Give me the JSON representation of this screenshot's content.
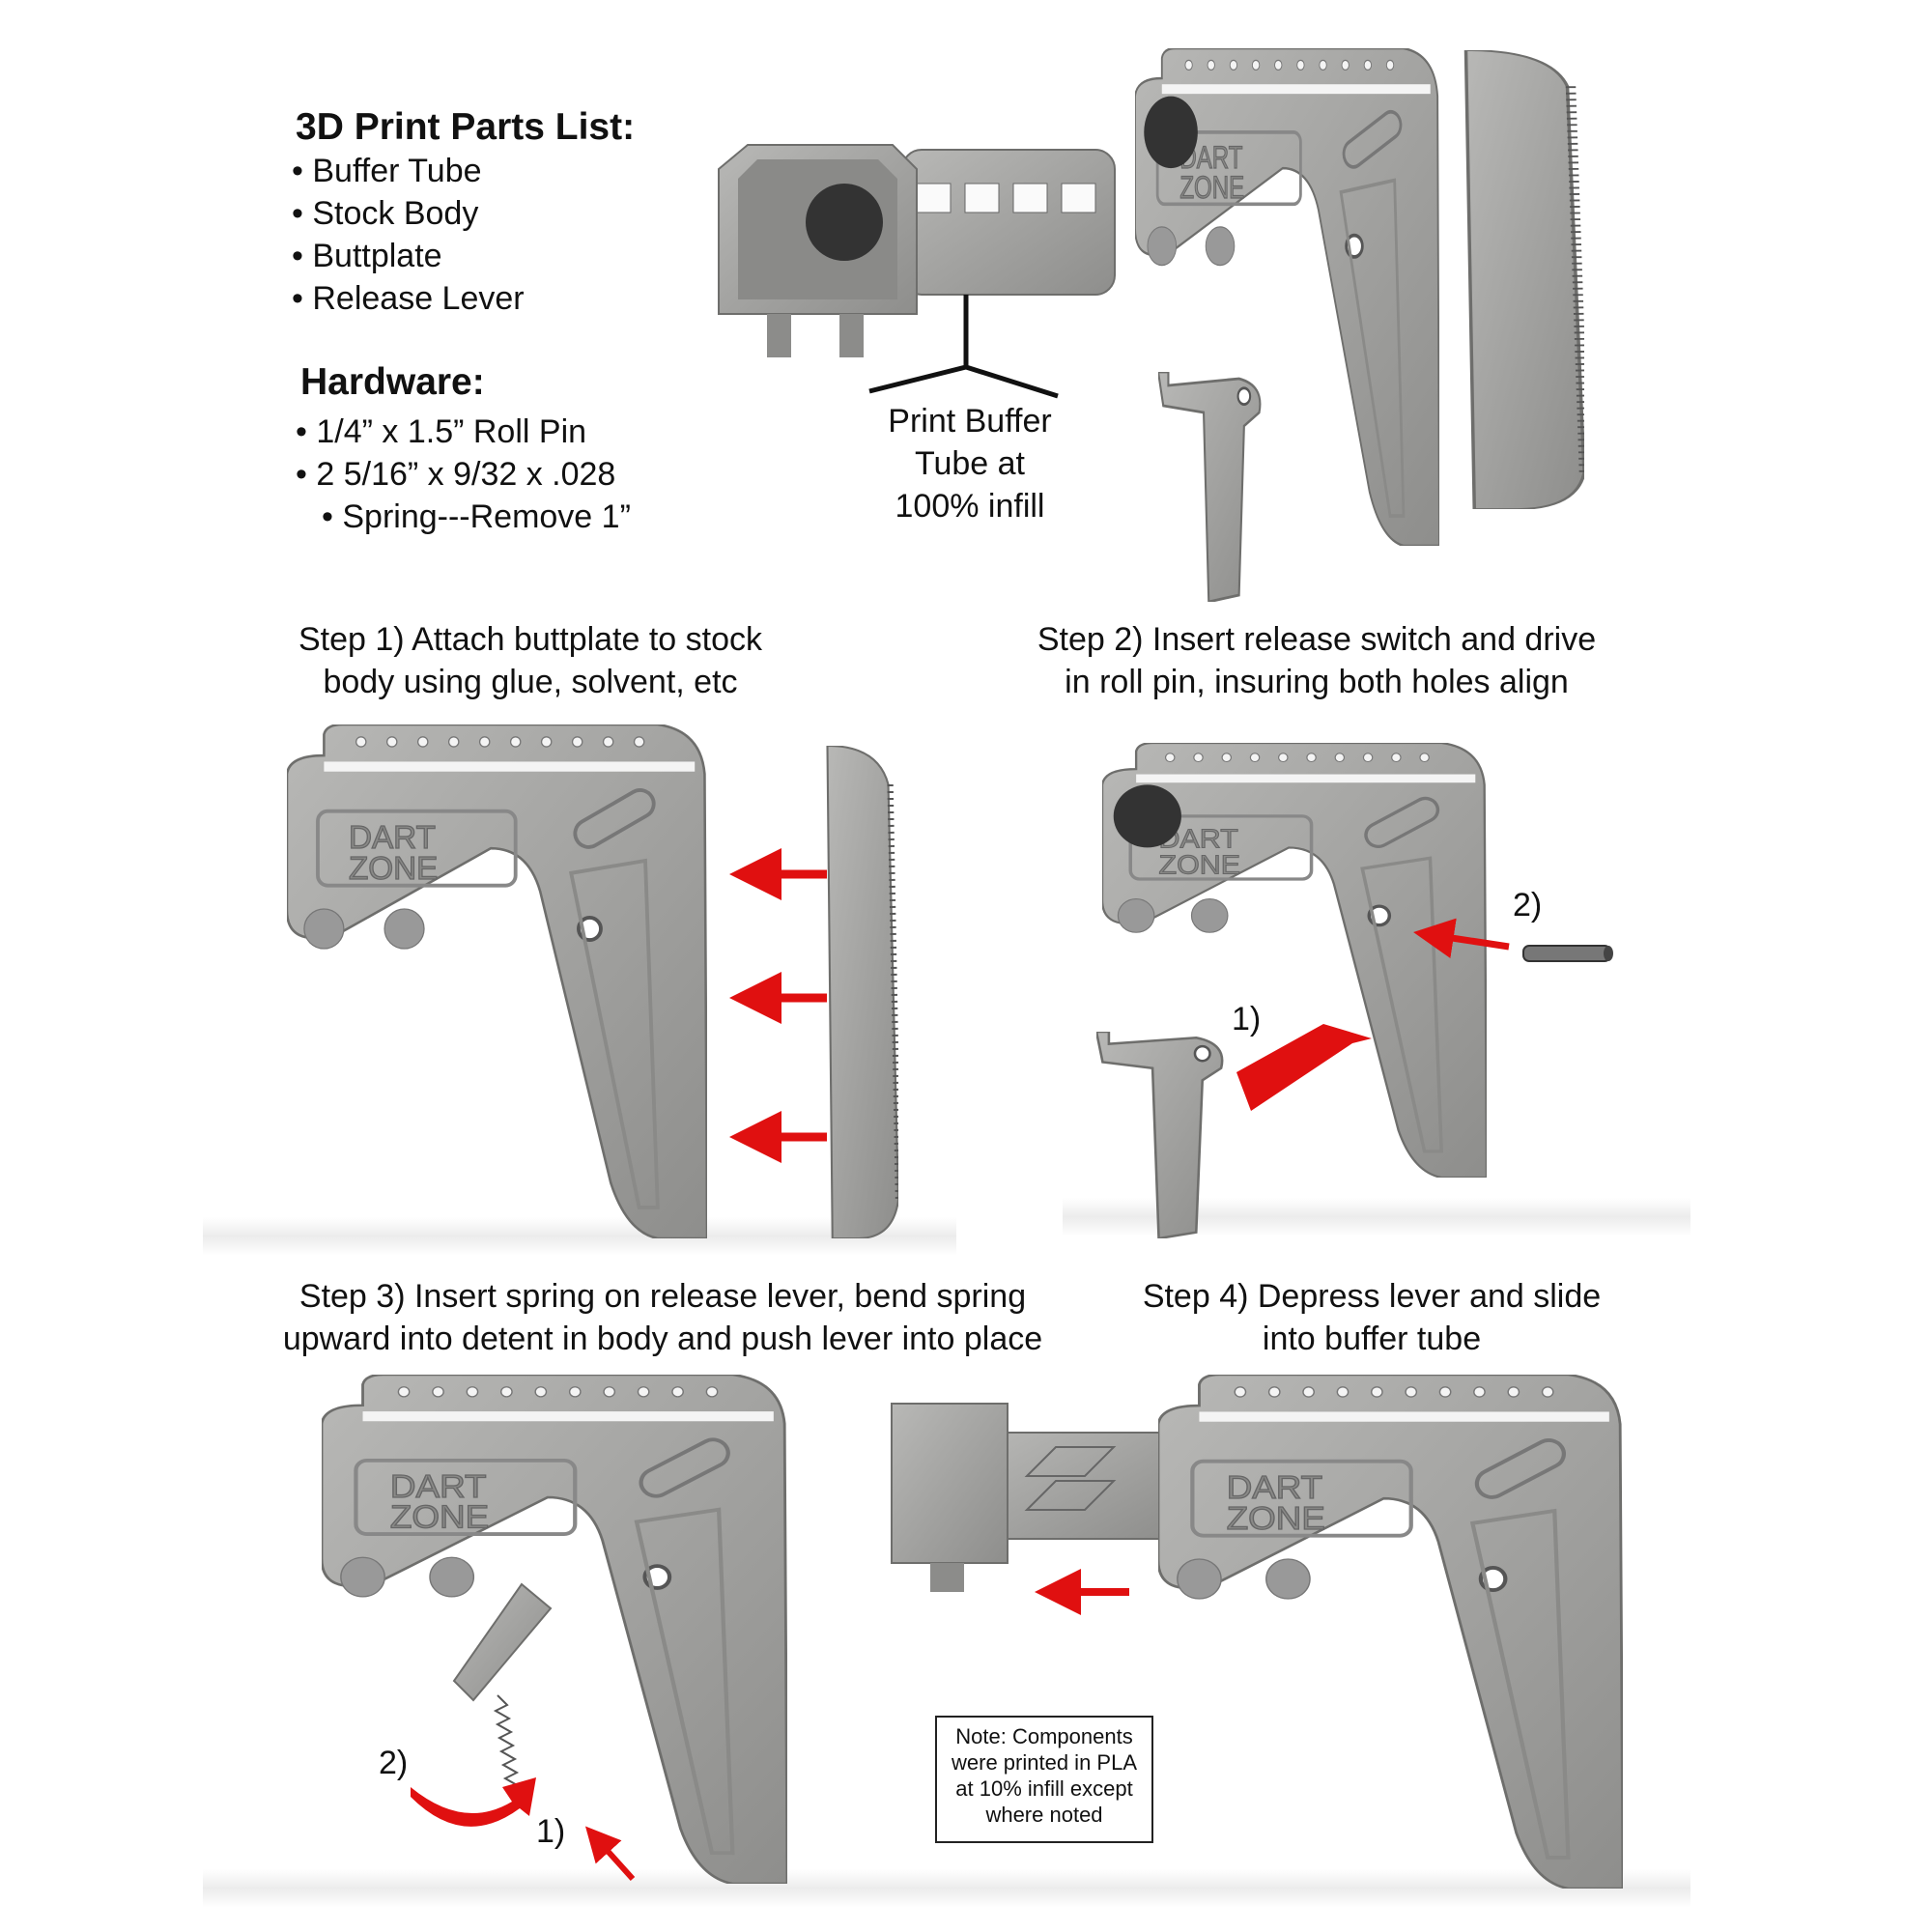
{
  "parts_list": {
    "title": "3D Print Parts List:",
    "items": [
      "Buffer Tube",
      "Stock Body",
      "Buttplate",
      "Release Lever"
    ]
  },
  "hardware": {
    "title": "Hardware:",
    "items": [
      "1/4” x 1.5” Roll Pin",
      "2 5/16” x 9/32 x .028"
    ],
    "continuation": "Spring---Remove 1”"
  },
  "buffer_callout": [
    "Print Buffer",
    "Tube at",
    "100% infill"
  ],
  "steps": [
    {
      "lines": [
        "Step 1) Attach buttplate to stock",
        "body using glue, solvent, etc"
      ]
    },
    {
      "lines": [
        "Step 2) Insert release switch and drive",
        "in roll pin, insuring both holes align"
      ],
      "labels": [
        "1)",
        "2)"
      ]
    },
    {
      "lines": [
        "Step 3) Insert spring on release lever, bend spring",
        "upward into detent in body and push lever into place"
      ],
      "labels": [
        "1)",
        "2)"
      ]
    },
    {
      "lines": [
        "Step 4) Depress lever and slide",
        "into buffer tube"
      ]
    }
  ],
  "note": [
    "Note: Components",
    "were printed in PLA",
    "at 10% infill except",
    "where noted"
  ],
  "logo": [
    "DART",
    "ZONE"
  ],
  "colors": {
    "part": "#a3a3a1",
    "part_dark": "#7d7d7b",
    "arrow": "#e01010"
  }
}
